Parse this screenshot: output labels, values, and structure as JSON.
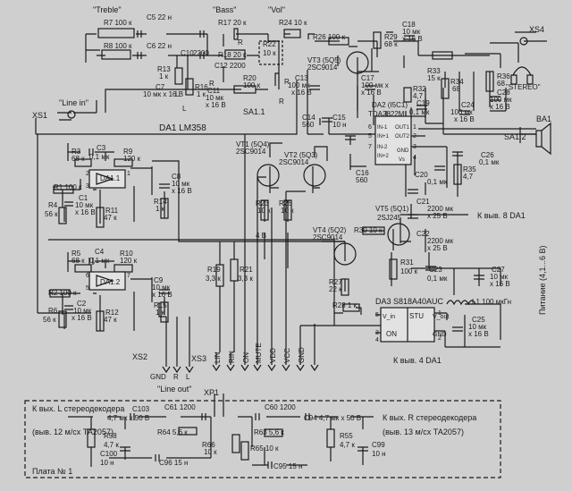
{
  "colors": {
    "paper": "#cfcfd0",
    "ink": "#1a1a1a",
    "box_fill": "#e2e2e3"
  },
  "controls": {
    "treble": "\"Treble\"",
    "bass": "\"Bass\"",
    "vol": "\"Vol\"",
    "line_in": "\"Line in\"",
    "stereo": "\"STEREO\"",
    "line_out": "\"Line out\""
  },
  "chips": {
    "da1": "DA1 LM358",
    "da1_1": "DA1.1",
    "da1_2": "DA1.2",
    "da2_ref": "DA2 (I5C1)",
    "da2_name": "TDA2822M",
    "da3": "DA3  S818A40AUC",
    "da3_vin": "V_in",
    "da3_stu": "STU",
    "da3_vout": "V_out",
    "da3_on": "ON",
    "da3_gnd": "GND",
    "da2_pins": [
      "IN-1",
      "IN+1",
      "IN-2",
      "IN+2",
      "OUT1",
      "OUT2",
      "GND",
      "Vs"
    ]
  },
  "transistors": {
    "vt1": [
      "VT1 (5Q4)",
      "2SC9014"
    ],
    "vt2": [
      "VT2 (5Q3)",
      "2SC9014"
    ],
    "vt3": [
      "VT3 (5Q5)",
      "2SC9014"
    ],
    "vt4": [
      "VT4 (5Q2)",
      "2SC9014"
    ],
    "vt5": [
      "VT5 (5Q1)",
      "2SJ245"
    ]
  },
  "resistors": {
    "r1": [
      "R1 100 к"
    ],
    "r2": [
      "R2 100 к"
    ],
    "r3": [
      "R3",
      "68 к"
    ],
    "r4": [
      "R4",
      "56 к"
    ],
    "r5": [
      "R5",
      "68 к"
    ],
    "r6": [
      "R6",
      "56 к"
    ],
    "r7": [
      "R7 100 к"
    ],
    "r8": [
      "R8 100 к"
    ],
    "r9": [
      "R9",
      "120 к"
    ],
    "r10": [
      "R10",
      "120 к"
    ],
    "r11": [
      "R11",
      "47 к"
    ],
    "r12": [
      "R12",
      "47 к"
    ],
    "r13": [
      "R13",
      "1 к"
    ],
    "r14": [
      "R14",
      "1 к"
    ],
    "r15": [
      "R15",
      "1 к"
    ],
    "r16": [
      "R16",
      "1 к"
    ],
    "r17": [
      "R17 20 к"
    ],
    "r18": [
      "R18 20 к"
    ],
    "r19": [
      "R19",
      "3,3 к"
    ],
    "r20": [
      "R20",
      "100 к"
    ],
    "r21": [
      "R21",
      "3,3 к"
    ],
    "r22": [
      "R22",
      "10 к"
    ],
    "r23": [
      "R23",
      "10 к"
    ],
    "r24": [
      "R24 10 к"
    ],
    "r25": [
      "R25",
      "10 к"
    ],
    "r26": [
      "R26 100 к"
    ],
    "r27": [
      "R27",
      "22 к"
    ],
    "r28": [
      "R28 1 к"
    ],
    "r29": [
      "R29",
      "68 к"
    ],
    "r30": [
      "R30 10 к"
    ],
    "r31": [
      "R31",
      "100 к"
    ],
    "r32": [
      "R32",
      "4,7"
    ],
    "r33": [
      "R33",
      "15 к"
    ],
    "r34": [
      "R34",
      "68"
    ],
    "r35": [
      "R35",
      "4,7"
    ],
    "r36": [
      "R36",
      "68"
    ]
  },
  "capacitors": {
    "c1": [
      "C1",
      "10 мк",
      "х 16 В"
    ],
    "c2": [
      "C2",
      "10 мк",
      "х 16 В"
    ],
    "c3": [
      "C3",
      "0,1 мк"
    ],
    "c4": [
      "C4",
      "0,1 мк"
    ],
    "c5": [
      "C5 22 н"
    ],
    "c6": [
      "C6 22 н"
    ],
    "c7": [
      "C7",
      "10 мк х 16 В"
    ],
    "c8": [
      "C8",
      "10 мк",
      "х 16 В"
    ],
    "c9": [
      "C9",
      "10 мк",
      "х 16 В"
    ],
    "c10": [
      "C10"
    ],
    "c10v": [
      "2200"
    ],
    "c11": [
      "C11",
      "10 мк",
      "х 16 В"
    ],
    "c12": [
      "C12 2200"
    ],
    "c13": [
      "C13",
      "100 мк",
      "х 16 В"
    ],
    "c14": [
      "C14",
      "560"
    ],
    "c15": [
      "C15",
      "10 н"
    ],
    "c16": [
      "C16",
      "560"
    ],
    "c17": [
      "C17",
      "100 мк х",
      "х 16 В"
    ],
    "c18": [
      "C18",
      "10 мк",
      "х 16 В"
    ],
    "c19": [
      "C19",
      "0,1 мк"
    ],
    "c20": [
      "C20",
      "0,1 мк"
    ],
    "c21": [
      "C21",
      "2200 мк",
      "х 25 В"
    ],
    "c22": [
      "C22",
      "2200 мк",
      "х 25 В"
    ],
    "c23": [
      "C23",
      "0,1 мк"
    ],
    "c24": [
      "C24",
      "100 мк",
      "х 16 В"
    ],
    "c25": [
      "C25",
      "10 мк",
      "х 16 В"
    ],
    "c26": [
      "C26",
      "0,1 мк"
    ],
    "c27": [
      "C27",
      "10 мк",
      "х 16 В"
    ],
    "c28": [
      "C28",
      "100 мк",
      "х 16 В"
    ],
    "c61": [
      "C61 1200"
    ],
    "c60": [
      "C60 1200"
    ],
    "c94": [
      "C94 4,7 мк х 50 В"
    ],
    "c95": [
      "C95 15 н"
    ],
    "c96": [
      "C96 15 н"
    ],
    "c99": [
      "C99",
      "10 н"
    ],
    "c100": [
      "C100",
      "10 н"
    ],
    "c103": [
      "C103",
      "4,7 мк х 50 В"
    ]
  },
  "misc_parts": {
    "l1": "L1 100 мкГн",
    "r55": [
      "R55",
      "4,7 к"
    ],
    "r58": [
      "R58",
      "4,7 к"
    ],
    "r63": [
      "R63  5,6 к"
    ],
    "r64": [
      "R64  5,6 к"
    ],
    "r65": [
      "R65 10 к"
    ],
    "r66": [
      "R66",
      "10 к"
    ]
  },
  "connectors": {
    "xs1": "XS1",
    "xs2": "XS2",
    "xs3": "XS3",
    "xs4": "XS4",
    "xp1": "XP1",
    "ba1": "BA1",
    "sa1_1": "SA1.1",
    "sa1_2": "SA1.2"
  },
  "xs3_pins": [
    "LIN",
    "RIN",
    "ON",
    "MUTE",
    "VDD",
    "VCC",
    "GND"
  ],
  "xs2_pins": [
    "GND",
    "R",
    "L"
  ],
  "net_labels": {
    "l1": "L",
    "l2": "L",
    "r1": "R",
    "r2": "R",
    "r3": "R",
    "r4": "R",
    "four_v": "4 В",
    "da1_out8": "К выв. 8 DA1",
    "da1_out4": "К выв. 4 DA1",
    "power": "Питание (4,1...6 В)"
  },
  "pin_numbers": {
    "da1_1": [
      "2",
      "3",
      "1"
    ],
    "da1_2": [
      "6",
      "5",
      "7"
    ],
    "da2": [
      "6",
      "1",
      "5",
      "2",
      "7",
      "3",
      "4"
    ],
    "da3": [
      "5",
      "1",
      "3",
      "4",
      "2"
    ]
  },
  "plate": {
    "left_line1": "К вых. L стереодекодера",
    "left_line2": "(выв. 12 м/сх ТА2057)",
    "right_line1": "К вых. R стереодекодера",
    "right_line2": "(выв. 13 м/сх ТА2057)",
    "title": "Плата № 1"
  }
}
